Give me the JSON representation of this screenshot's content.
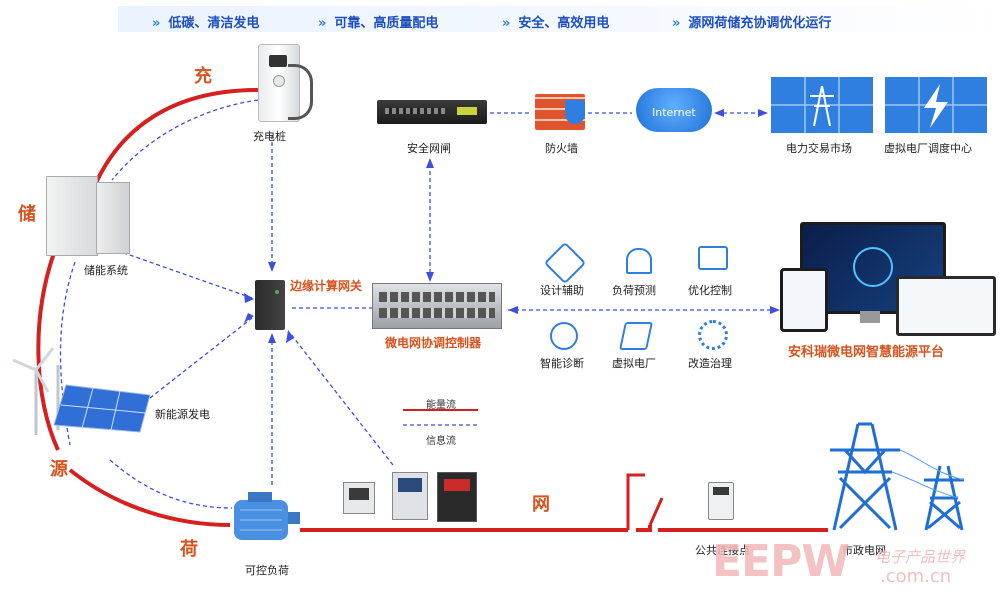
{
  "banner": [
    {
      "text": "低碳、清洁发电"
    },
    {
      "text": "可靠、高质量配电"
    },
    {
      "text": "安全、高效用电"
    },
    {
      "text": "源网荷储充协调优化运行"
    }
  ],
  "big_labels": {
    "chong": "充",
    "chu": "储",
    "yuan": "源",
    "he": "荷",
    "wang": "网"
  },
  "nodes": {
    "charger": "充电桩",
    "storage": "储能系统",
    "renewable": "新能源发电",
    "load": "可控负荷",
    "edge_gateway": "边缘计算网关",
    "controller": "微电网协调控制器",
    "security_gateway": "安全网闸",
    "firewall": "防火墙",
    "internet": "Internet",
    "trading_market": "电力交易市场",
    "vpp_center": "虚拟电厂调度中心",
    "pcc": "公共连接点",
    "grid": "市政电网",
    "platform": "安科瑞微电网智慧能源平台"
  },
  "functions": [
    {
      "label": "设计辅助",
      "icon": "pencil-ruler-icon"
    },
    {
      "label": "负荷预测",
      "icon": "alarm-light-icon"
    },
    {
      "label": "优化控制",
      "icon": "monitor-check-icon"
    },
    {
      "label": "智能诊断",
      "icon": "pulse-diagnosis-icon"
    },
    {
      "label": "虚拟电厂",
      "icon": "lightning-icon"
    },
    {
      "label": "改造治理",
      "icon": "gear-wrench-icon"
    }
  ],
  "legend": {
    "energy": "能量流",
    "info": "信息流"
  },
  "watermark": {
    "brand": "EEPW",
    "cn": "电子产品世界",
    "url": ".com.cn"
  },
  "colors": {
    "energy": "#d61f1f",
    "info": "#3b4fe0",
    "accent": "#d9531e",
    "banner_text": "#1f4fbf"
  }
}
